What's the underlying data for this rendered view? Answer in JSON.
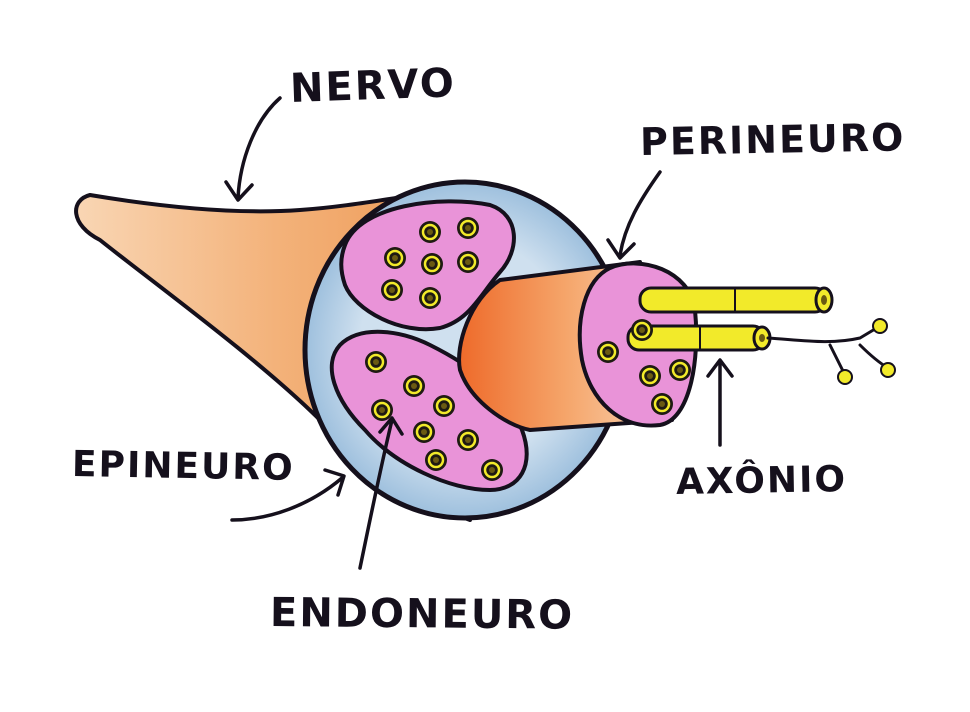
{
  "labels": {
    "nervo": "NERVO",
    "perineuro": "PERINEURO",
    "epineuro": "EPINEURO",
    "endoneuro": "ENDONEURO",
    "axonio": "AXÔNIO"
  },
  "colors": {
    "ink": "#15101c",
    "nerve_body": "#f3b27a",
    "nerve_light": "#f9d6b4",
    "epineurium": "#9fc2df",
    "fascicle_fill": "#e993d8",
    "fascicle_out": "#f0854a",
    "axon": "#f2ea2a",
    "axon_core": "#6a5a12"
  }
}
